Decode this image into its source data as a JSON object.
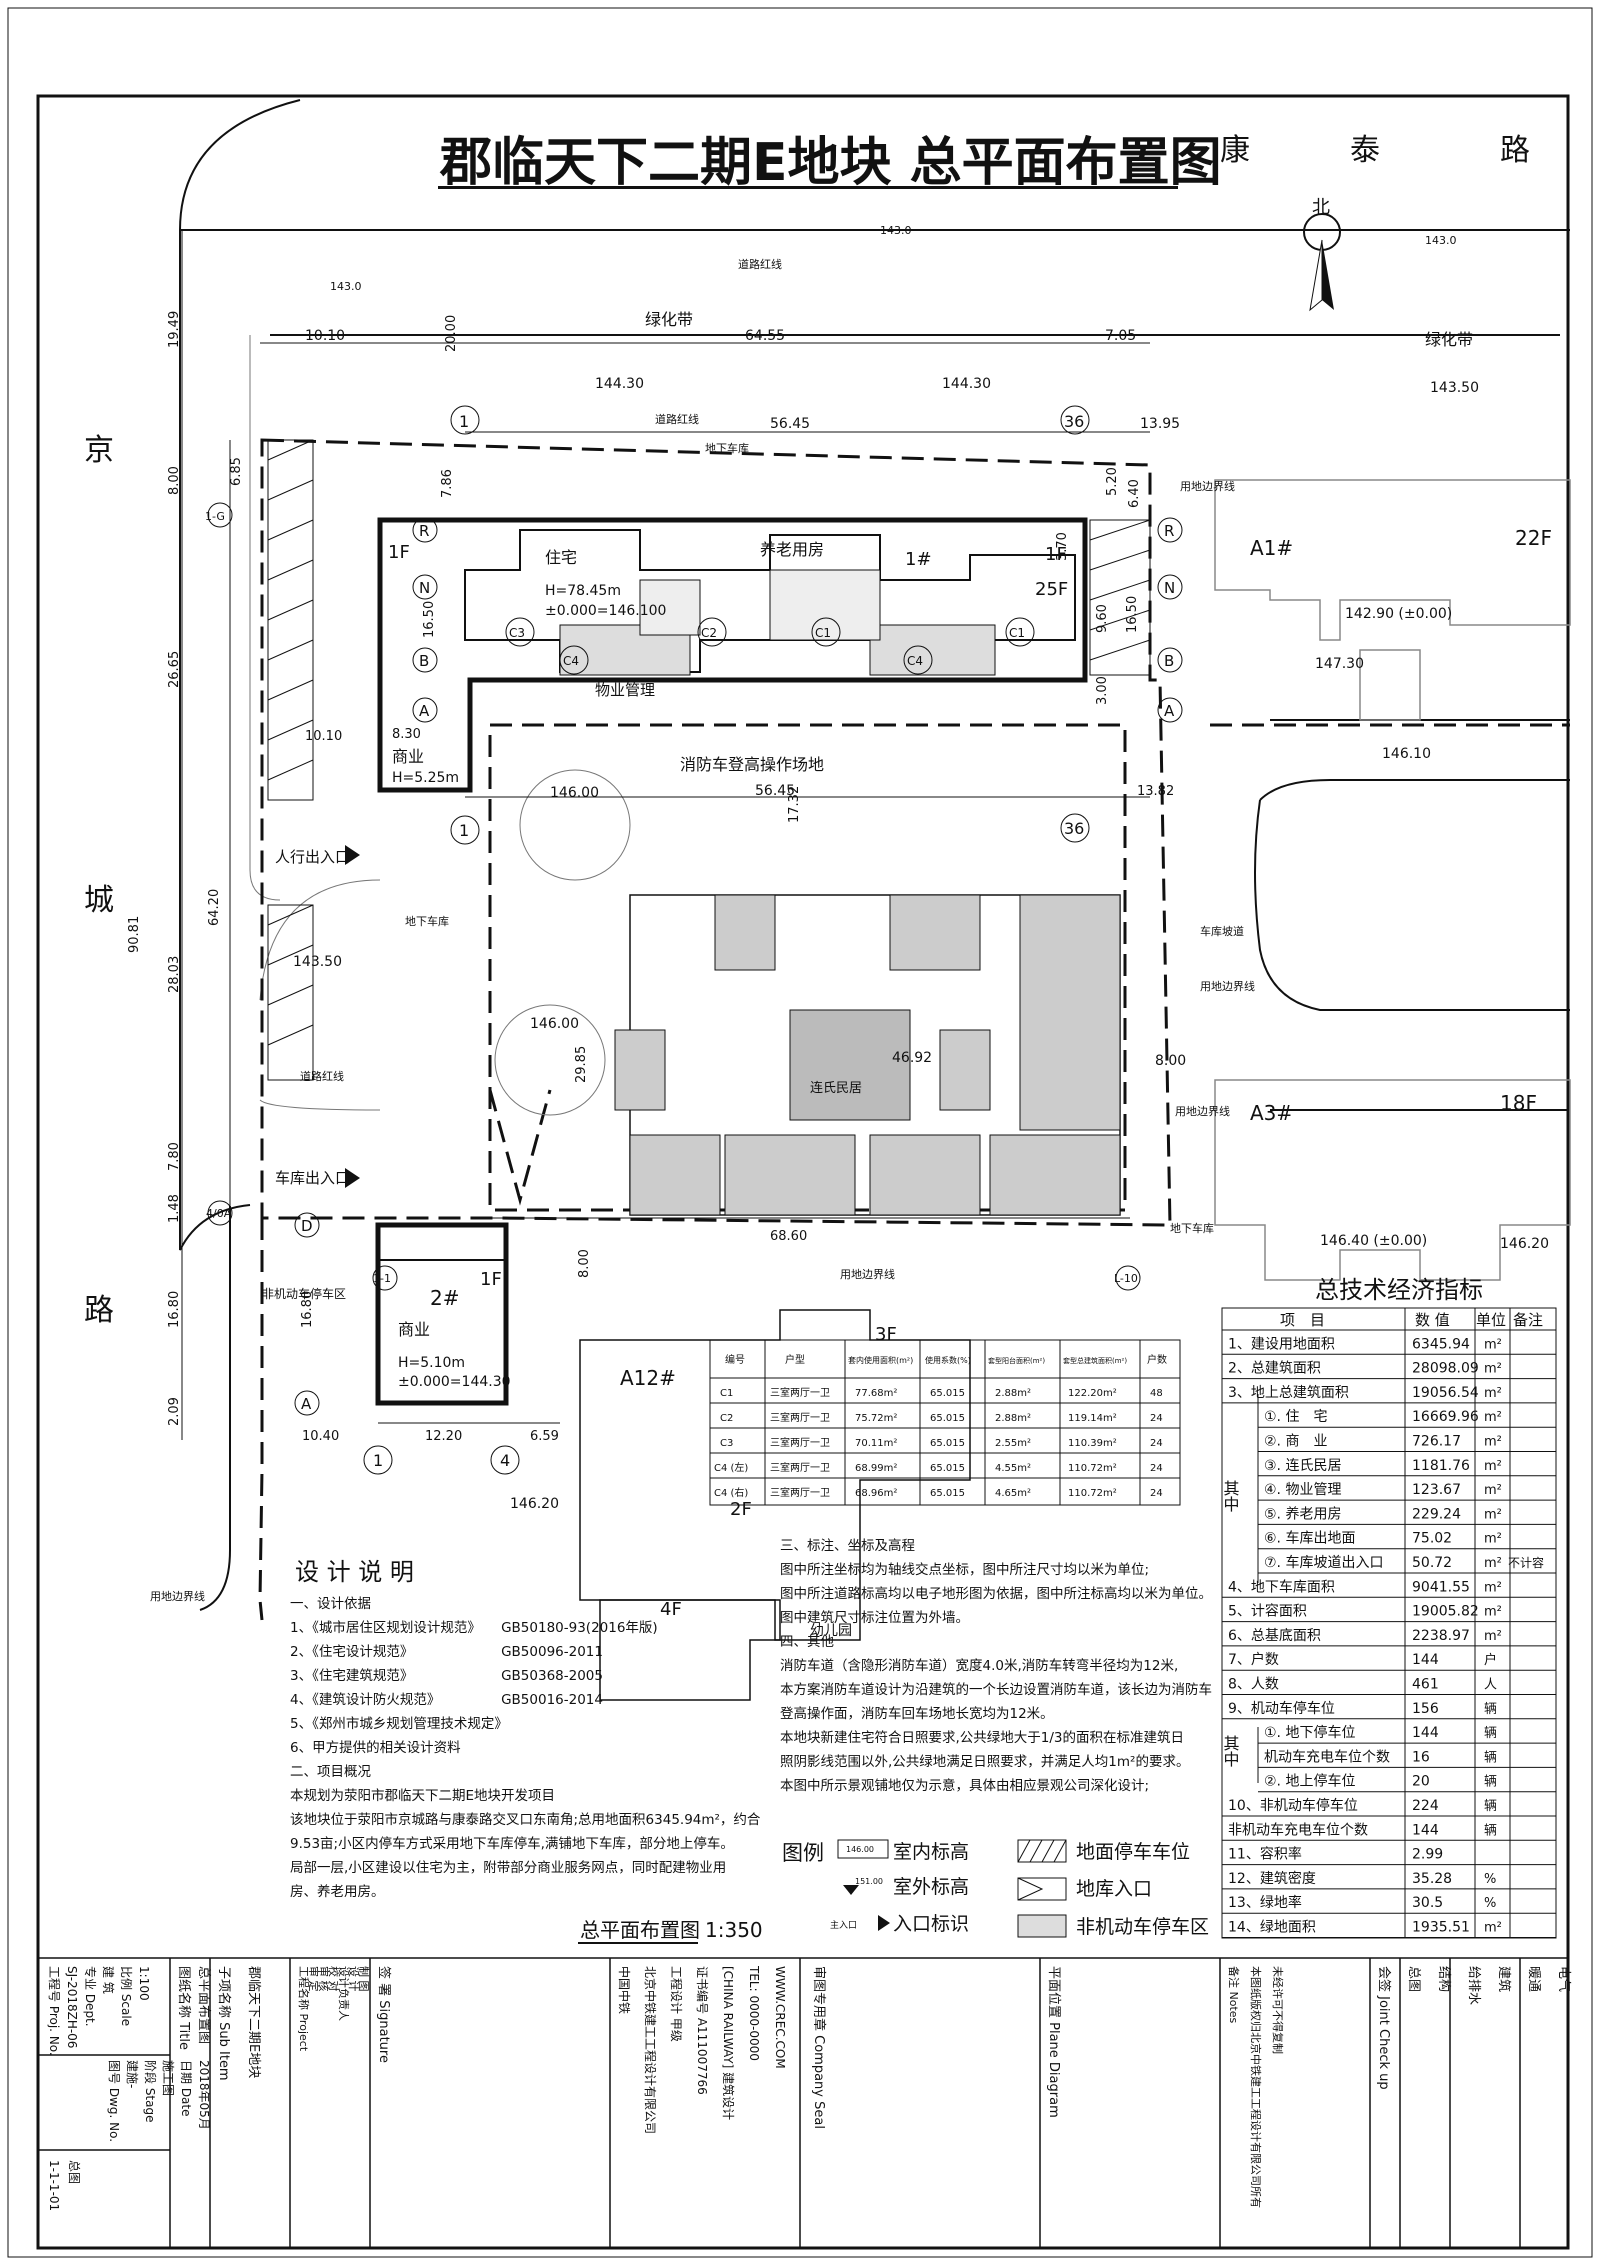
{
  "title": "郡临天下二期E地块 总平面布置图",
  "roads": {
    "top": [
      "康",
      "泰",
      "路"
    ],
    "left": [
      "京",
      "城",
      "路"
    ]
  },
  "north": "北",
  "plan": {
    "green_belt_1": "绿化带",
    "green_belt_2": "绿化带",
    "road_red_line": "道路红线",
    "road_red_line_2": "道路红线",
    "road_red_line_3": "道路红线",
    "underground_garage": "地下车库",
    "underground_garage_2": "地下车库",
    "ug_garage_line": "地下车库",
    "lot_line": "用地边界线",
    "lot_line_2": "用地边界线",
    "lot_line_3": "用地边界线",
    "lot_line_4": "用地边界线",
    "lot_line_5": "用地边界线",
    "fire_site": "消防车登高操作场地",
    "ped_entrance": "人行出入口",
    "car_entrance": "车库出入口",
    "nonmotor": "非机动车停车区",
    "garage_ramp": "车库坡道",
    "ug_garage_right": "地下车库",
    "b1_residence": "住宅",
    "b1_height": "H=78.45m",
    "b1_elev": "±0.000=146.100",
    "b1_elderly": "养老用房",
    "b1_no": "1#",
    "b1_floors": "25F",
    "b1_1f_left": "1F",
    "b1_1f_right": "1F",
    "b1_property": "物业管理",
    "b1_shop": "商业",
    "b1_shop_h": "H=5.25m",
    "b2_no": "2#",
    "b2_1f": "1F",
    "b2_shop": "商业",
    "b2_height": "H=5.10m",
    "b2_elev": "±0.000=144.30",
    "folk_house": "连氏民居",
    "folk_elev": "46.92",
    "a1": "A1#",
    "a1_floors": "22F",
    "a1_elev": "142.90 (±0.00)",
    "a3": "A3#",
    "a3_floors": "18F",
    "a3_elev": "146.40 (±0.00)",
    "a12": "A12#",
    "f3": "3F",
    "f2": "2F",
    "f4": "4F",
    "kindergarten": "幼儿园",
    "nonmotor_entrance": "非机动车停车区"
  },
  "elevations": {
    "e1": "144.30",
    "e2": "144.30",
    "e3": "143.50",
    "e4": "146.00",
    "e5": "146.00",
    "e6": "143.50",
    "e7": "146.10",
    "e8": "147.30",
    "e9": "146.20",
    "e10": "146.20",
    "e11": "143.0",
    "e12": "143.0",
    "e13": "143.0"
  },
  "dims": {
    "d1": "10.10",
    "d2": "64.55",
    "d3": "7.05",
    "d4": "56.45",
    "d5": "13.95",
    "d6": "19.49",
    "d7": "20.00",
    "d8": "8.00",
    "d9": "6.85",
    "d10": "7.86",
    "d11": "26.65",
    "d12": "16.50",
    "d13": "8.30",
    "d14": "10.10",
    "d15": "56.45",
    "d16": "17.32",
    "d17": "13.82",
    "d18": "64.20",
    "d19": "28.03",
    "d20": "29.85",
    "d21": "7.80",
    "d22": "1.48",
    "d23": "16.80",
    "d24": "2.09",
    "d25": "10.40",
    "d26": "12.20",
    "d27": "6.59",
    "d28": "68.60",
    "d29": "8.00",
    "d30": "8.00",
    "d31": "5.20",
    "d32": "6.40",
    "d33": "3.70",
    "d34": "9.60",
    "d35": "16.50",
    "d36": "3.00",
    "d37": "90.81",
    "d38": "16.80"
  },
  "axes": {
    "a1": "1",
    "a36": "36",
    "aR": "R",
    "aN": "N",
    "aB": "B",
    "aA": "A",
    "aD": "D",
    "a4": "4",
    "aC1": "C1",
    "aC2": "C2",
    "aC3": "C3",
    "aC4": "C4",
    "aC4b": "C4",
    "aC1b": "C1",
    "lG": "1-G",
    "l4A": "4/0A",
    "l1": "1-1",
    "l10": "L-10"
  },
  "unit_table": {
    "headers": [
      "编号",
      "户型",
      "套内使用面积(m²)",
      "使用系数(%)",
      "套型阳台面积(m²)",
      "套型总建筑面积(m²)",
      "户数"
    ],
    "rows": [
      [
        "C1",
        "三室两厅一卫",
        "77.68m²",
        "65.015",
        "2.88m²",
        "122.20m²",
        "48"
      ],
      [
        "C2",
        "三室两厅一卫",
        "75.72m²",
        "65.015",
        "2.88m²",
        "119.14m²",
        "24"
      ],
      [
        "C3",
        "三室两厅一卫",
        "70.11m²",
        "65.015",
        "2.55m²",
        "110.39m²",
        "24"
      ],
      [
        "C4 (左)",
        "三室两厅一卫",
        "68.99m²",
        "65.015",
        "4.55m²",
        "110.72m²",
        "24"
      ],
      [
        "C4 (右)",
        "三室两厅一卫",
        "68.96m²",
        "65.015",
        "4.65m²",
        "110.72m²",
        "24"
      ]
    ]
  },
  "indicators": {
    "title": "总技术经济指标",
    "headers": [
      "项　目",
      "数 值",
      "单位",
      "备注"
    ],
    "rows": [
      {
        "item": "1、建设用地面积",
        "value": "6345.94",
        "unit": "m²",
        "note": ""
      },
      {
        "item": "2、总建筑面积",
        "value": "28098.09",
        "unit": "m²",
        "note": ""
      },
      {
        "item": "3、地上总建筑面积",
        "value": "19056.54",
        "unit": "m²",
        "note": ""
      },
      {
        "item": "①. 住　宅",
        "value": "16669.96",
        "unit": "m²",
        "note": ""
      },
      {
        "item": "②. 商　业",
        "value": "726.17",
        "unit": "m²",
        "note": ""
      },
      {
        "item": "③. 连氏民居",
        "value": "1181.76",
        "unit": "m²",
        "note": ""
      },
      {
        "item": "④. 物业管理",
        "value": "123.67",
        "unit": "m²",
        "note": ""
      },
      {
        "item": "⑤. 养老用房",
        "value": "229.24",
        "unit": "m²",
        "note": ""
      },
      {
        "item": "⑥. 车库出地面",
        "value": "75.02",
        "unit": "m²",
        "note": ""
      },
      {
        "item": "⑦. 车库坡道出入口",
        "value": "50.72",
        "unit": "m²",
        "note": "不计容"
      },
      {
        "item": "4、地下车库面积",
        "value": "9041.55",
        "unit": "m²",
        "note": ""
      },
      {
        "item": "5、计容面积",
        "value": "19005.82",
        "unit": "m²",
        "note": ""
      },
      {
        "item": "6、总基底面积",
        "value": "2238.97",
        "unit": "m²",
        "note": ""
      },
      {
        "item": "7、户数",
        "value": "144",
        "unit": "户",
        "note": ""
      },
      {
        "item": "8、人数",
        "value": "461",
        "unit": "人",
        "note": ""
      },
      {
        "item": "9、机动车停车位",
        "value": "156",
        "unit": "辆",
        "note": ""
      },
      {
        "item": "①. 地下停车位",
        "value": "144",
        "unit": "辆",
        "note": ""
      },
      {
        "item": "机动车充电车位个数",
        "value": "16",
        "unit": "辆",
        "note": ""
      },
      {
        "item": "②. 地上停车位",
        "value": "20",
        "unit": "辆",
        "note": ""
      },
      {
        "item": "10、非机动车停车位",
        "value": "224",
        "unit": "辆",
        "note": ""
      },
      {
        "item": "非机动车充电车位个数",
        "value": "144",
        "unit": "辆",
        "note": ""
      },
      {
        "item": "11、容积率",
        "value": "2.99",
        "unit": "",
        "note": ""
      },
      {
        "item": "12、建筑密度",
        "value": "35.28",
        "unit": "%",
        "note": ""
      },
      {
        "item": "13、绿地率",
        "value": "30.5",
        "unit": "%",
        "note": ""
      },
      {
        "item": "14、绿地面积",
        "value": "1935.51",
        "unit": "m²",
        "note": ""
      }
    ],
    "side1": "其中",
    "side2": "其中"
  },
  "design_notes": {
    "title": "设 计 说 明",
    "lines": [
      "一、设计依据",
      "1、《城市居住区规划设计规范》　　GB50180-93(2016年版)",
      "2、《住宅设计规范》　　　　　　　GB50096-2011",
      "3、《住宅建筑规范》　　　　　　　GB50368-2005",
      "4、《建筑设计防火规范》　　　　　GB50016-2014",
      "5、《郑州市城乡规划管理技术规定》",
      "6、甲方提供的相关设计资料",
      "二、项目概况",
      "本规划为荥阳市郡临天下二期E地块开发项目",
      "该地块位于荥阳市京城路与康泰路交叉口东南角;总用地面积6345.94m²，约合",
      "9.53亩;小区内停车方式采用地下车库停车,满铺地下车库，部分地上停车。",
      "局部一层,小区建设以住宅为主，附带部分商业服务网点，同时配建物业用",
      "房、养老用房。"
    ]
  },
  "notes2": {
    "lines": [
      "三、标注、坐标及高程",
      "图中所注坐标均为轴线交点坐标，图中所注尺寸均以米为单位;",
      "图中所注道路标高均以电子地形图为依据，图中所注标高均以米为单位。",
      "图中建筑尺寸标注位置为外墙。",
      "四、其他",
      "消防车道（含隐形消防车道）宽度4.0米,消防车转弯半径均为12米,",
      "本方案消防车道设计为沿建筑的一个长边设置消防车道，该长边为消防车",
      "登高操作面，消防车回车场地长宽均为12米。",
      "本地块新建住宅符合日照要求,公共绿地大于1/3的面积在标准建筑日",
      "照阴影线范围以外,公共绿地满足日照要求，并满足人均1m²的要求。",
      "本图中所示景观铺地仅为示意，具体由相应景观公司深化设计;"
    ]
  },
  "legend": {
    "title": "图例",
    "indoor": "室内标高",
    "outdoor": "室外标高",
    "entrance": "入口标识",
    "ground_parking": "地面停车车位",
    "garage_entry": "地库入口",
    "nonmotor_area": "非机动车停车区",
    "indoor_sym": "146.00",
    "outdoor_sym": "151.00",
    "entrance_sym": "主入口"
  },
  "plan_caption": {
    "label": "总平面布置图",
    "scale": "1:350"
  },
  "title_block": {
    "col1": [
      "工程号 Proj. No.",
      "SJ-2018ZH-06",
      "专业 Dept.",
      "建 筑",
      "比例 Scale",
      "1:100"
    ],
    "col1b": [
      "图号 Dwg. No.",
      "建施-",
      "阶段 Stage",
      "施工图",
      "日期 Date",
      "2018年05月"
    ],
    "col1c": [
      "1-1-1-01",
      "总图"
    ],
    "col2": [
      "图纸名称 Title",
      "总平面布置图"
    ],
    "col3": [
      "子项名称 Sub Item",
      "郡临天下二期E地块"
    ],
    "col4": [
      "工程名称 Project",
      "审 定",
      "审 核",
      "校 对",
      "设计负责人",
      "设 计",
      "制 图"
    ],
    "col5": [
      "签 署 Signature"
    ],
    "col6": [
      "中国中铁",
      "北京中铁建工工程设计有限公司",
      "工程设计 甲级",
      "证书编号 A111007766",
      "[CHINA RAILWAY] 建筑设计",
      "TEL: 0000-0000",
      "WWW.CREC.COM"
    ],
    "col7": [
      "审图专用章 Company Seal"
    ],
    "col8": [
      "平面位置 Plane Diagram"
    ],
    "col9": [
      "备注 Notes",
      "本图纸版权归北京中铁建工工程设计有限公司所有",
      "未经许可不得复制"
    ],
    "col10": [
      "会签 Joint Check up",
      "总图",
      "结构",
      "给排水",
      "建筑",
      "暖通",
      "电气"
    ]
  }
}
